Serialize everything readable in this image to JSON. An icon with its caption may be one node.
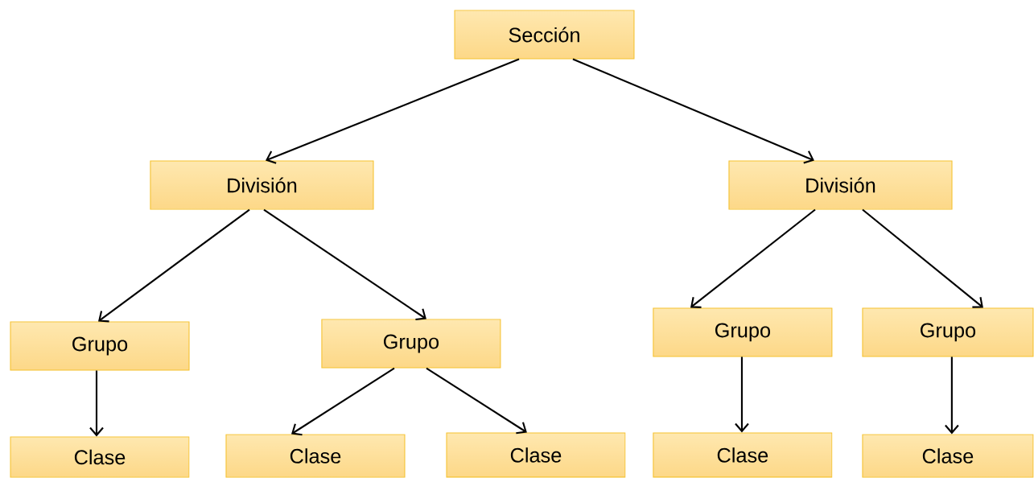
{
  "diagram": {
    "nodes": [
      {
        "text": [
          "Sección"
        ]
      },
      {
        "text": [
          "División"
        ]
      },
      {
        "text": [
          "División"
        ]
      },
      {
        "text": [
          "Grupo"
        ]
      },
      {
        "text": [
          "Grupo"
        ]
      },
      {
        "text": [
          "Grupo"
        ]
      },
      {
        "text": [
          "Grupo"
        ]
      },
      {
        "text": [
          "Clase"
        ]
      },
      {
        "text": [
          "Clase"
        ]
      },
      {
        "text": [
          "Clase"
        ]
      },
      {
        "text": [
          "Clase"
        ]
      },
      {
        "text": [
          "Clase"
        ]
      }
    ],
    "edges": [
      {
        "from": 0,
        "to": 1,
        "arrow": "to"
      },
      {
        "from": 0,
        "to": 2,
        "arrow": "to"
      },
      {
        "from": 1,
        "to": 3,
        "arrow": "to"
      },
      {
        "from": 1,
        "to": 4,
        "arrow": "to"
      },
      {
        "from": 2,
        "to": 5,
        "arrow": "to"
      },
      {
        "from": 2,
        "to": 6,
        "arrow": "to"
      },
      {
        "from": 3,
        "to": 7,
        "arrow": "to"
      },
      {
        "from": 4,
        "to": 8,
        "arrow": "to"
      },
      {
        "from": 4,
        "to": 9,
        "arrow": "to"
      },
      {
        "from": 5,
        "to": 10,
        "arrow": "to"
      },
      {
        "from": 6,
        "to": 11,
        "arrow": "to"
      }
    ]
  }
}
